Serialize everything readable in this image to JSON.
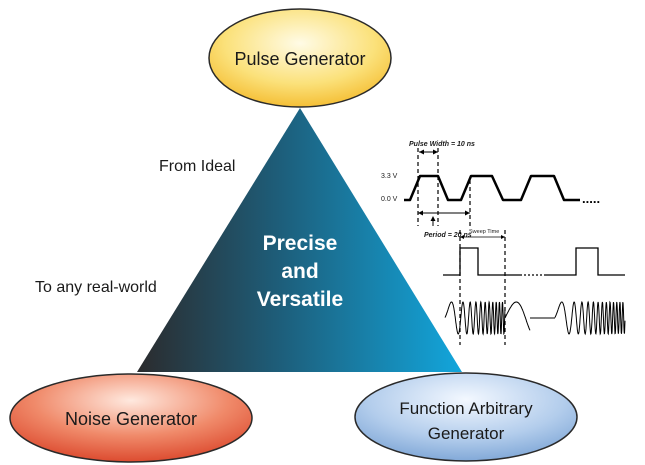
{
  "nodes": {
    "pulse": "Pulse Generator",
    "noise": "Noise Generator",
    "function_line1": "Function Arbitrary",
    "function_line2": "Generator"
  },
  "triangle": {
    "line1": "Precise",
    "line2": "and",
    "line3": "Versatile"
  },
  "side_labels": {
    "from_ideal": "From Ideal",
    "to_real_world": "To any real-world"
  },
  "waveform": {
    "pulse_width": "Pulse Width = 10 ns",
    "level_high": "3.3 V",
    "level_low": "0.0 V",
    "period": "Period = 20 ns",
    "sweep_time": "Sweep Time",
    "dots": "....."
  },
  "colors": {
    "pulse_fill": "#f5c428",
    "noise_fill": "#e24a2b",
    "function_fill": "#8fb3dd",
    "triangle_dark": "#2b2b2d",
    "triangle_light": "#12a6dc"
  }
}
